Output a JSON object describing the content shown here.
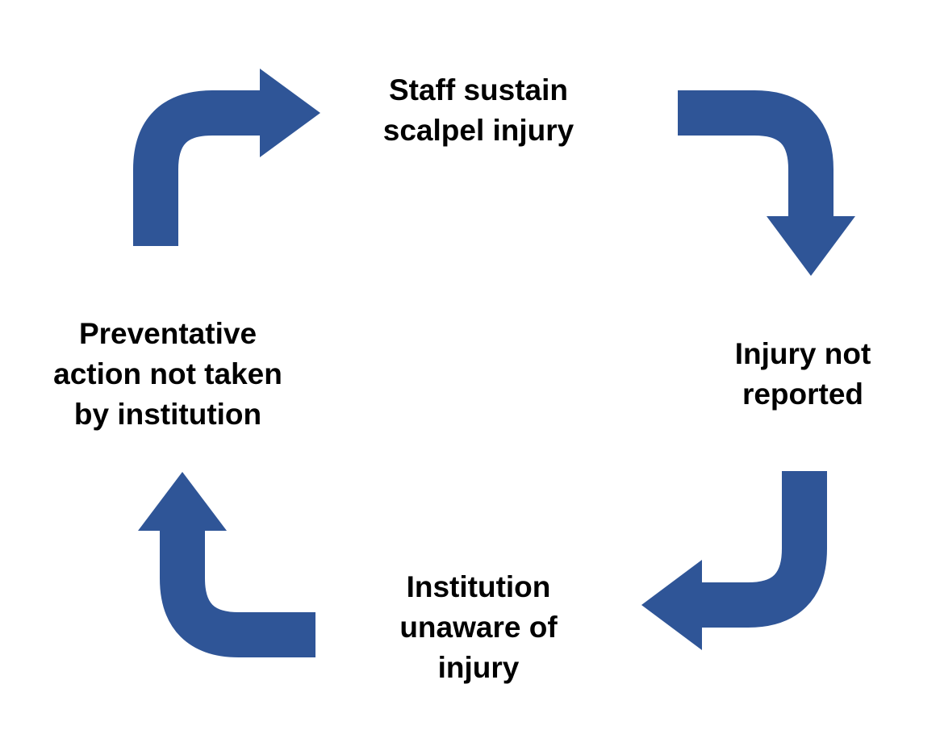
{
  "diagram": {
    "type": "cycle",
    "arrow_color": "#2f5597",
    "text_color": "#000000",
    "stages": [
      {
        "id": "top",
        "lines": [
          "Staff sustain",
          "scalpel injury"
        ]
      },
      {
        "id": "right",
        "lines": [
          "Injury not",
          "reported"
        ]
      },
      {
        "id": "bottom",
        "lines": [
          "Institution",
          "unaware of",
          "injury"
        ]
      },
      {
        "id": "left",
        "lines": [
          "Preventative",
          "action not taken",
          "by institution"
        ]
      }
    ]
  }
}
